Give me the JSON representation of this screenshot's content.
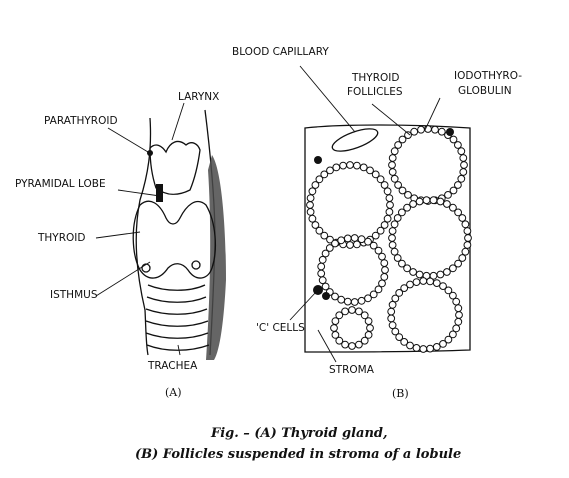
{
  "panel_a": {
    "labels": {
      "larynx": "LARYNX",
      "parathyroid": "PARATHYROID",
      "pyramidal_lobe": "PYRAMIDAL LOBE",
      "thyroid": "THYROID",
      "isthmus": "ISTHMUS",
      "trachea": "TRACHEA"
    },
    "sublabel": "(A)"
  },
  "panel_b": {
    "labels": {
      "blood_capillary": "BLOOD CAPILLARY",
      "thyroid_follicles_1": "THYROID",
      "thyroid_follicles_2": "FOLLICLES",
      "iodothyroglobulin_1": "IODOTHYRO-",
      "iodothyroglobulin_2": "GLOBULIN",
      "c_cells": "'C' CELLS",
      "stroma": "STROMA"
    },
    "sublabel": "(B)"
  },
  "caption": {
    "line1": "Fig. – (A) Thyroid gland,",
    "line2": "(B) Follicles suspended in stroma of a lobule"
  }
}
